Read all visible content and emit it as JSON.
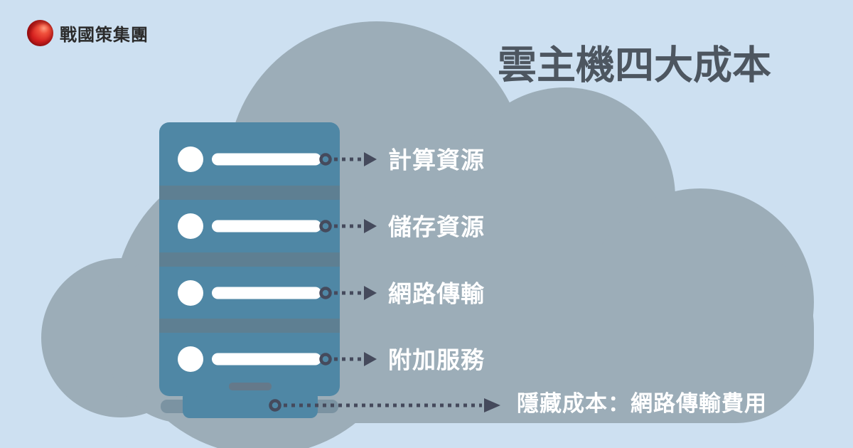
{
  "brand": {
    "logo_text": "戰國策集團",
    "logo_icon": "red-sphere-icon"
  },
  "header": {
    "title": "雲主機四大成本"
  },
  "diagram": {
    "subject": "cloud-server-tower",
    "cost_items": [
      {
        "label": "計算資源"
      },
      {
        "label": "儲存資源"
      },
      {
        "label": "網路傳輸"
      },
      {
        "label": "附加服務"
      }
    ],
    "hidden_cost_label": "隱藏成本：網路傳輸費用"
  },
  "colors": {
    "background": "#cde0f1",
    "cloud": "#9cadb8",
    "server_body": "#4f87a5",
    "server_stripe": "#5e7f92",
    "server_vent": "#65798a",
    "server_base": "#7b93a2",
    "connector": "#454a5c",
    "title_text": "#4d5660",
    "label_text": "#ffffff",
    "logo_red": "#c42128",
    "logo_text_color": "#2b2b2b"
  }
}
